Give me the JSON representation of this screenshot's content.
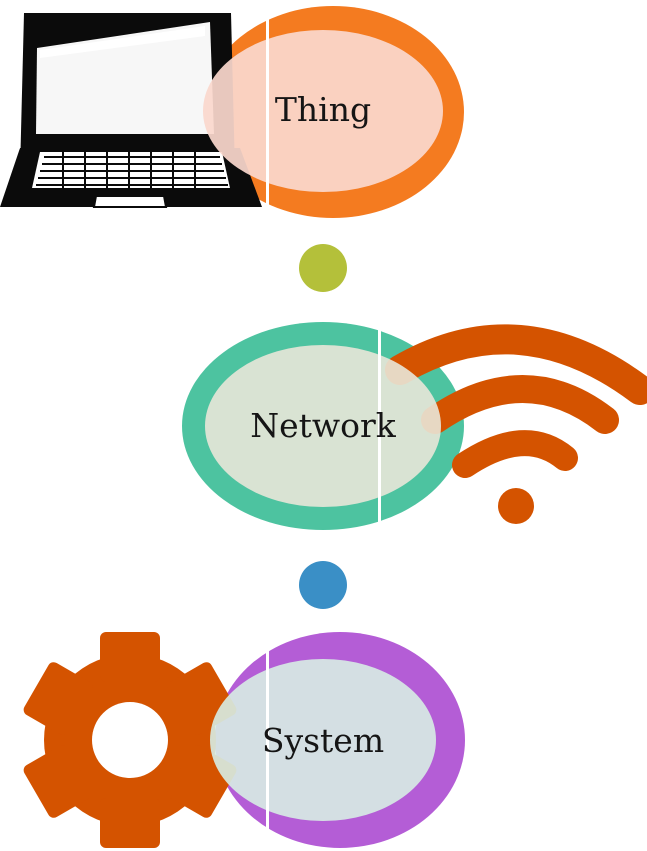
{
  "nodes": [
    {
      "id": "thing",
      "label": "Thing",
      "ring_color": "#F47B20",
      "fill_color": "#FAD7CC",
      "icon": "laptop-icon"
    },
    {
      "id": "network",
      "label": "Network",
      "ring_color": "#4DC3A0",
      "fill_color": "#E9E7D8",
      "icon": "wifi-icon"
    },
    {
      "id": "system",
      "label": "System",
      "ring_color": "#B45DD6",
      "fill_color": "#D7EDE4",
      "icon": "gear-icon"
    }
  ],
  "connectors": [
    {
      "color": "#B4C03A"
    },
    {
      "color": "#3A8FC6"
    }
  ],
  "icon_color": "#D45300"
}
